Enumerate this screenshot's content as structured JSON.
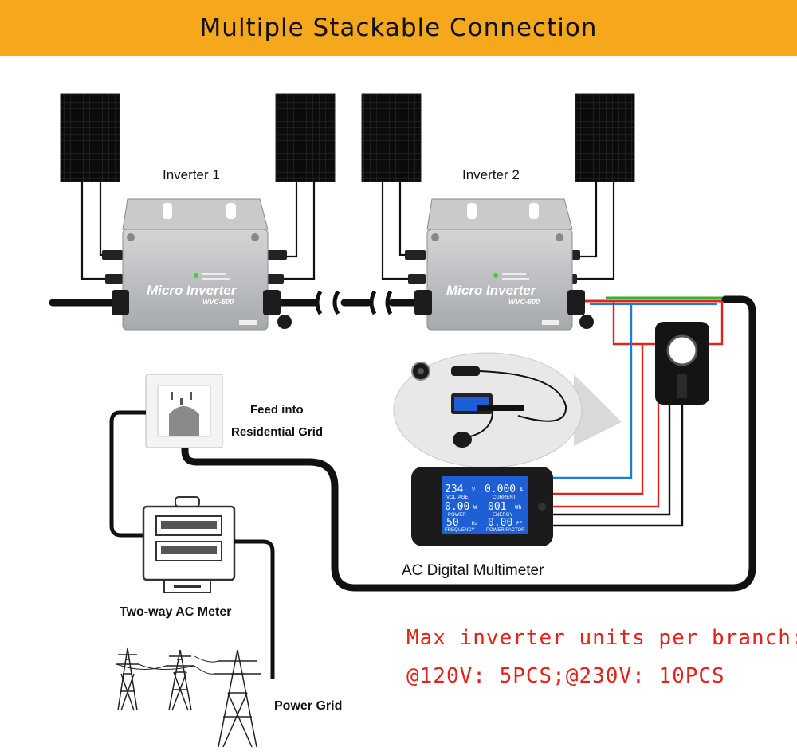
{
  "header": {
    "title": "Multiple Stackable Connection"
  },
  "inverters": [
    {
      "label": "Inverter 1",
      "brand": "Micro Inverter",
      "model": "WVC-600"
    },
    {
      "label": "Inverter 2",
      "brand": "Micro Inverter",
      "model": "WVC-600"
    }
  ],
  "labels": {
    "feed": "Feed into",
    "residential": "Residential Grid",
    "multimeter": "AC Digital Multimeter",
    "meter": "Two-way AC Meter",
    "grid": "Power Grid"
  },
  "notice": {
    "line1": "Max inverter units per branch:",
    "line2": "@120V: 5PCS;@230V: 10PCS"
  },
  "multimeter_display": {
    "voltage": "234",
    "voltage_unit": "V",
    "voltage_label": "VOLTAGE",
    "current": "0.000",
    "current_unit": "A",
    "current_label": "CURRENT",
    "power": "0.00",
    "power_unit": "W",
    "power_label": "POWER",
    "energy": "001",
    "energy_unit": "Wh",
    "energy_label": "ENERGY",
    "frequency": "50",
    "frequency_unit": "Hz",
    "frequency_label": "FREQUENCY",
    "pf": "0.00",
    "pf_unit": "PF",
    "pf_label": "POWER FACTOR"
  },
  "colors": {
    "banner": "#f5a81c",
    "wire_black": "#111111",
    "wire_red": "#e0241b",
    "wire_blue": "#1a7fd4",
    "wire_green": "#2fb52f",
    "inverter_body": "#b9bcbe",
    "lcd": "#1f5fd6",
    "notice": "#e0241b"
  }
}
